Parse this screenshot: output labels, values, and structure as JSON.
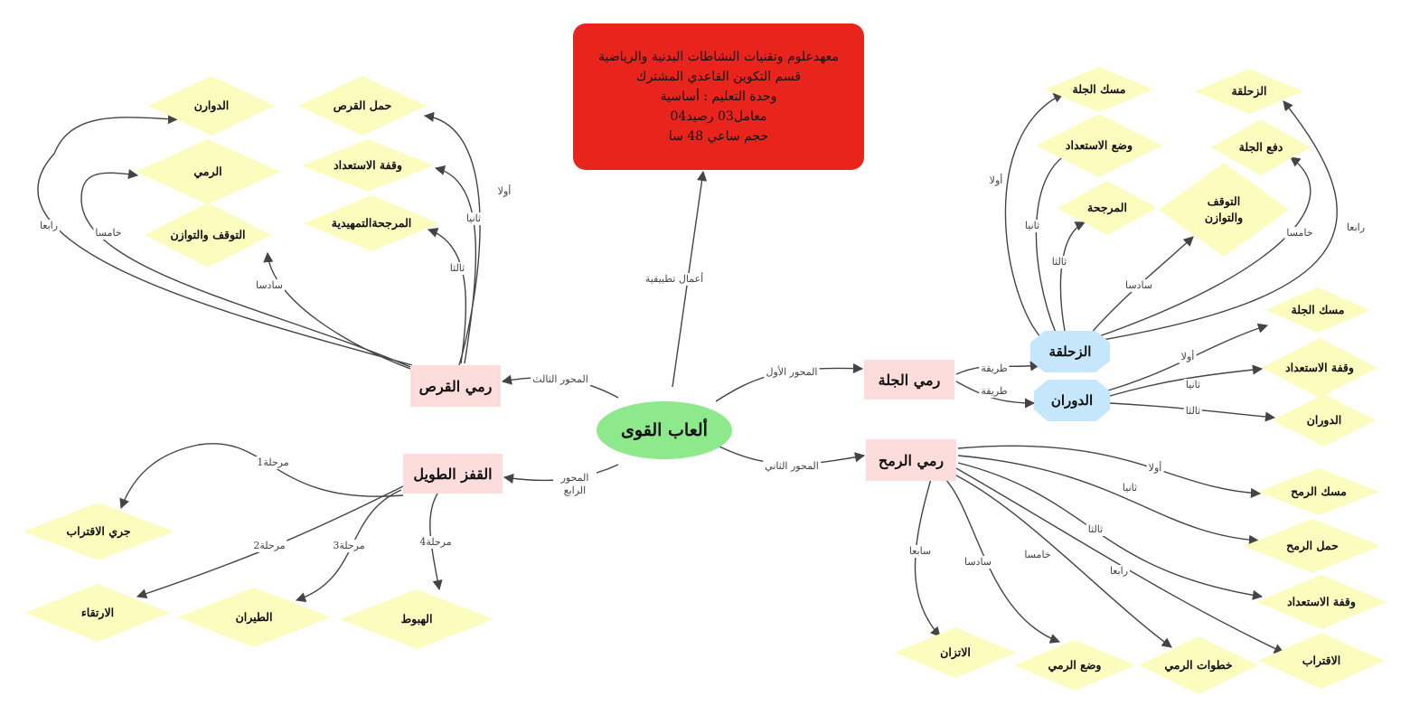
{
  "title_lines": [
    "معهدعلوم وتقنيات النشاطات البدنية والرياضية",
    "قسم التكوين القاعدي المشترك",
    "وحدة التعليم : أساسية",
    "معامل03   رصيد04",
    "حجم ساعي 48 سا"
  ],
  "center": "ألعاب القوى",
  "branches": {
    "javelin_throw": "رمي الجلة",
    "javelin": "رمي الرمح",
    "discus": "رمي القرص",
    "long_jump": "القفز الطويل"
  },
  "methods": {
    "glide": "الزحلقة",
    "rotation": "الدوران"
  },
  "edge_labels": {
    "practical": "أعمال تطبيقية",
    "axis1": "المحور الأول",
    "axis2": "المحور الثاني",
    "axis3": "المحور الثالث",
    "axis4": "المحور الرابع",
    "method": "طريقة",
    "first": "أولا",
    "second": "ثانيا",
    "third": "ثالثا",
    "fourth": "رابعا",
    "fifth": "خامسا",
    "sixth": "سادسا",
    "seventh": "سابعا",
    "stage1": "مرحلة1",
    "stage2": "مرحلة2",
    "stage3": "مرحلة3",
    "stage4": "مرحلة4"
  },
  "shot_glide_steps": [
    "مسك الجلة",
    "وضع الاستعداد",
    "المرجحة",
    "الزحلقة",
    "دفع الجلة",
    "التوقف والتوازن"
  ],
  "shot_rotation_steps": [
    "مسك الجلة",
    "وقفة الاستعداد",
    "الدوران"
  ],
  "javelin_steps": [
    "مسك الرمح",
    "حمل الرمح",
    "وقفة الاستعداد",
    "الاقتراب",
    "خطوات الرمي",
    "وضع الرمي",
    "الاتزان"
  ],
  "discus_steps": [
    "حمل القرص",
    "وقفة الاستعداد",
    "المرجحةالتمهيدية",
    "الدوارن",
    "الرمي",
    "التوقف والتوازن"
  ],
  "long_jump_steps": [
    "جري الاقتراب",
    "الارتقاء",
    "الطيران",
    "الهبوط"
  ],
  "colors": {
    "title_bg": "#e8241c",
    "center_bg": "#8ee88c",
    "branch_bg": "#fddcdc",
    "method_bg": "#c6e6fb",
    "step_bg": "#fdfcbf",
    "edge": "#444444"
  }
}
